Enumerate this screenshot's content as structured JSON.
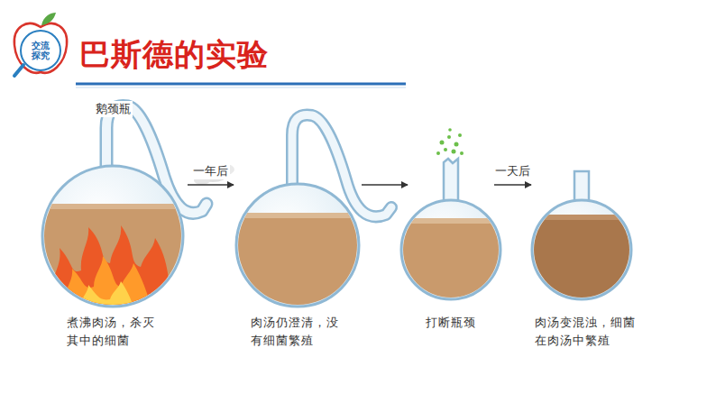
{
  "diagram": {
    "title": "巴斯德的实验",
    "nodes": [
      {
        "text": [
          "交流探究"
        ]
      },
      {
        "text": [
          "煮沸肉汤，杀灭其中的细菌"
        ]
      },
      {
        "text": [
          "肉汤仍澄清，没有细菌繁殖"
        ]
      },
      {
        "text": [
          "打断瓶颈"
        ]
      },
      {
        "text": [
          "肉汤变混浊，细菌在肉汤中繁殖"
        ]
      }
    ],
    "edges": [
      {
        "from": 1,
        "to": 2,
        "arrow": "to",
        "label": "一年后"
      },
      {
        "from": 2,
        "to": 3,
        "arrow": "to"
      },
      {
        "from": 3,
        "to": 4,
        "arrow": "to",
        "label": "一天后"
      }
    ],
    "labels": [
      "鹅颈瓶"
    ]
  }
}
